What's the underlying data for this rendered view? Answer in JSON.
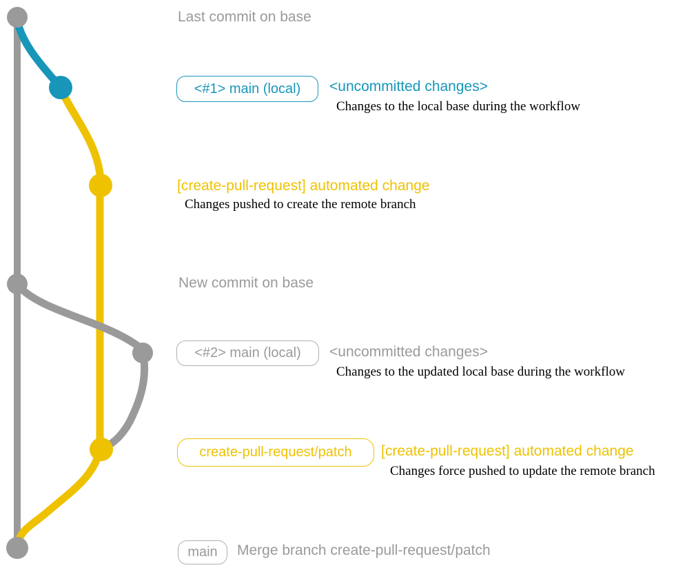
{
  "colors": {
    "gray": "#9a9a9a",
    "blue": "#1796ba",
    "yellow": "#eec200",
    "note_text": "#000000",
    "background": "#ffffff"
  },
  "nodes": {
    "last_commit": {
      "title": "Last commit on base"
    },
    "main1": {
      "badge": "<#1> main (local)",
      "heading": "<uncommitted changes>",
      "note": "Changes to the local base during the workflow"
    },
    "cpr1": {
      "heading": "[create-pull-request] automated change",
      "note": "Changes pushed to create the remote branch"
    },
    "new_commit": {
      "title": "New commit on base"
    },
    "main2": {
      "badge": "<#2> main (local)",
      "heading": "<uncommitted changes>",
      "note": "Changes to the updated local base during the workflow"
    },
    "cpr2": {
      "badge": "create-pull-request/patch",
      "heading": "[create-pull-request] automated change",
      "note": "Changes force pushed to update the remote branch"
    },
    "merge": {
      "badge": "main",
      "title": "Merge branch create-pull-request/patch"
    }
  }
}
